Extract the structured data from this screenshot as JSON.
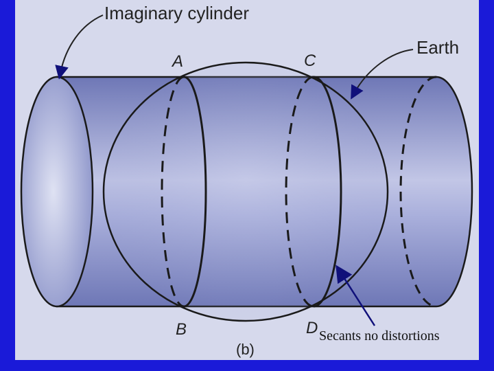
{
  "figure": {
    "labels": {
      "cylinder": "Imaginary cylinder",
      "earth": "Earth",
      "point_a": "A",
      "point_b": "B",
      "point_c": "C",
      "point_d": "D",
      "panel": "(b)"
    },
    "annotation": "Secants no distortions"
  },
  "colors": {
    "frame": "#1a1ad8",
    "panel": "#d6d9ec",
    "cylinder": "#8b93c9",
    "cylinder_light": "#c2c6e6",
    "cylinder_dark": "#6e77b6",
    "outline": "#1a1a1a",
    "arrow": "#10107a"
  }
}
